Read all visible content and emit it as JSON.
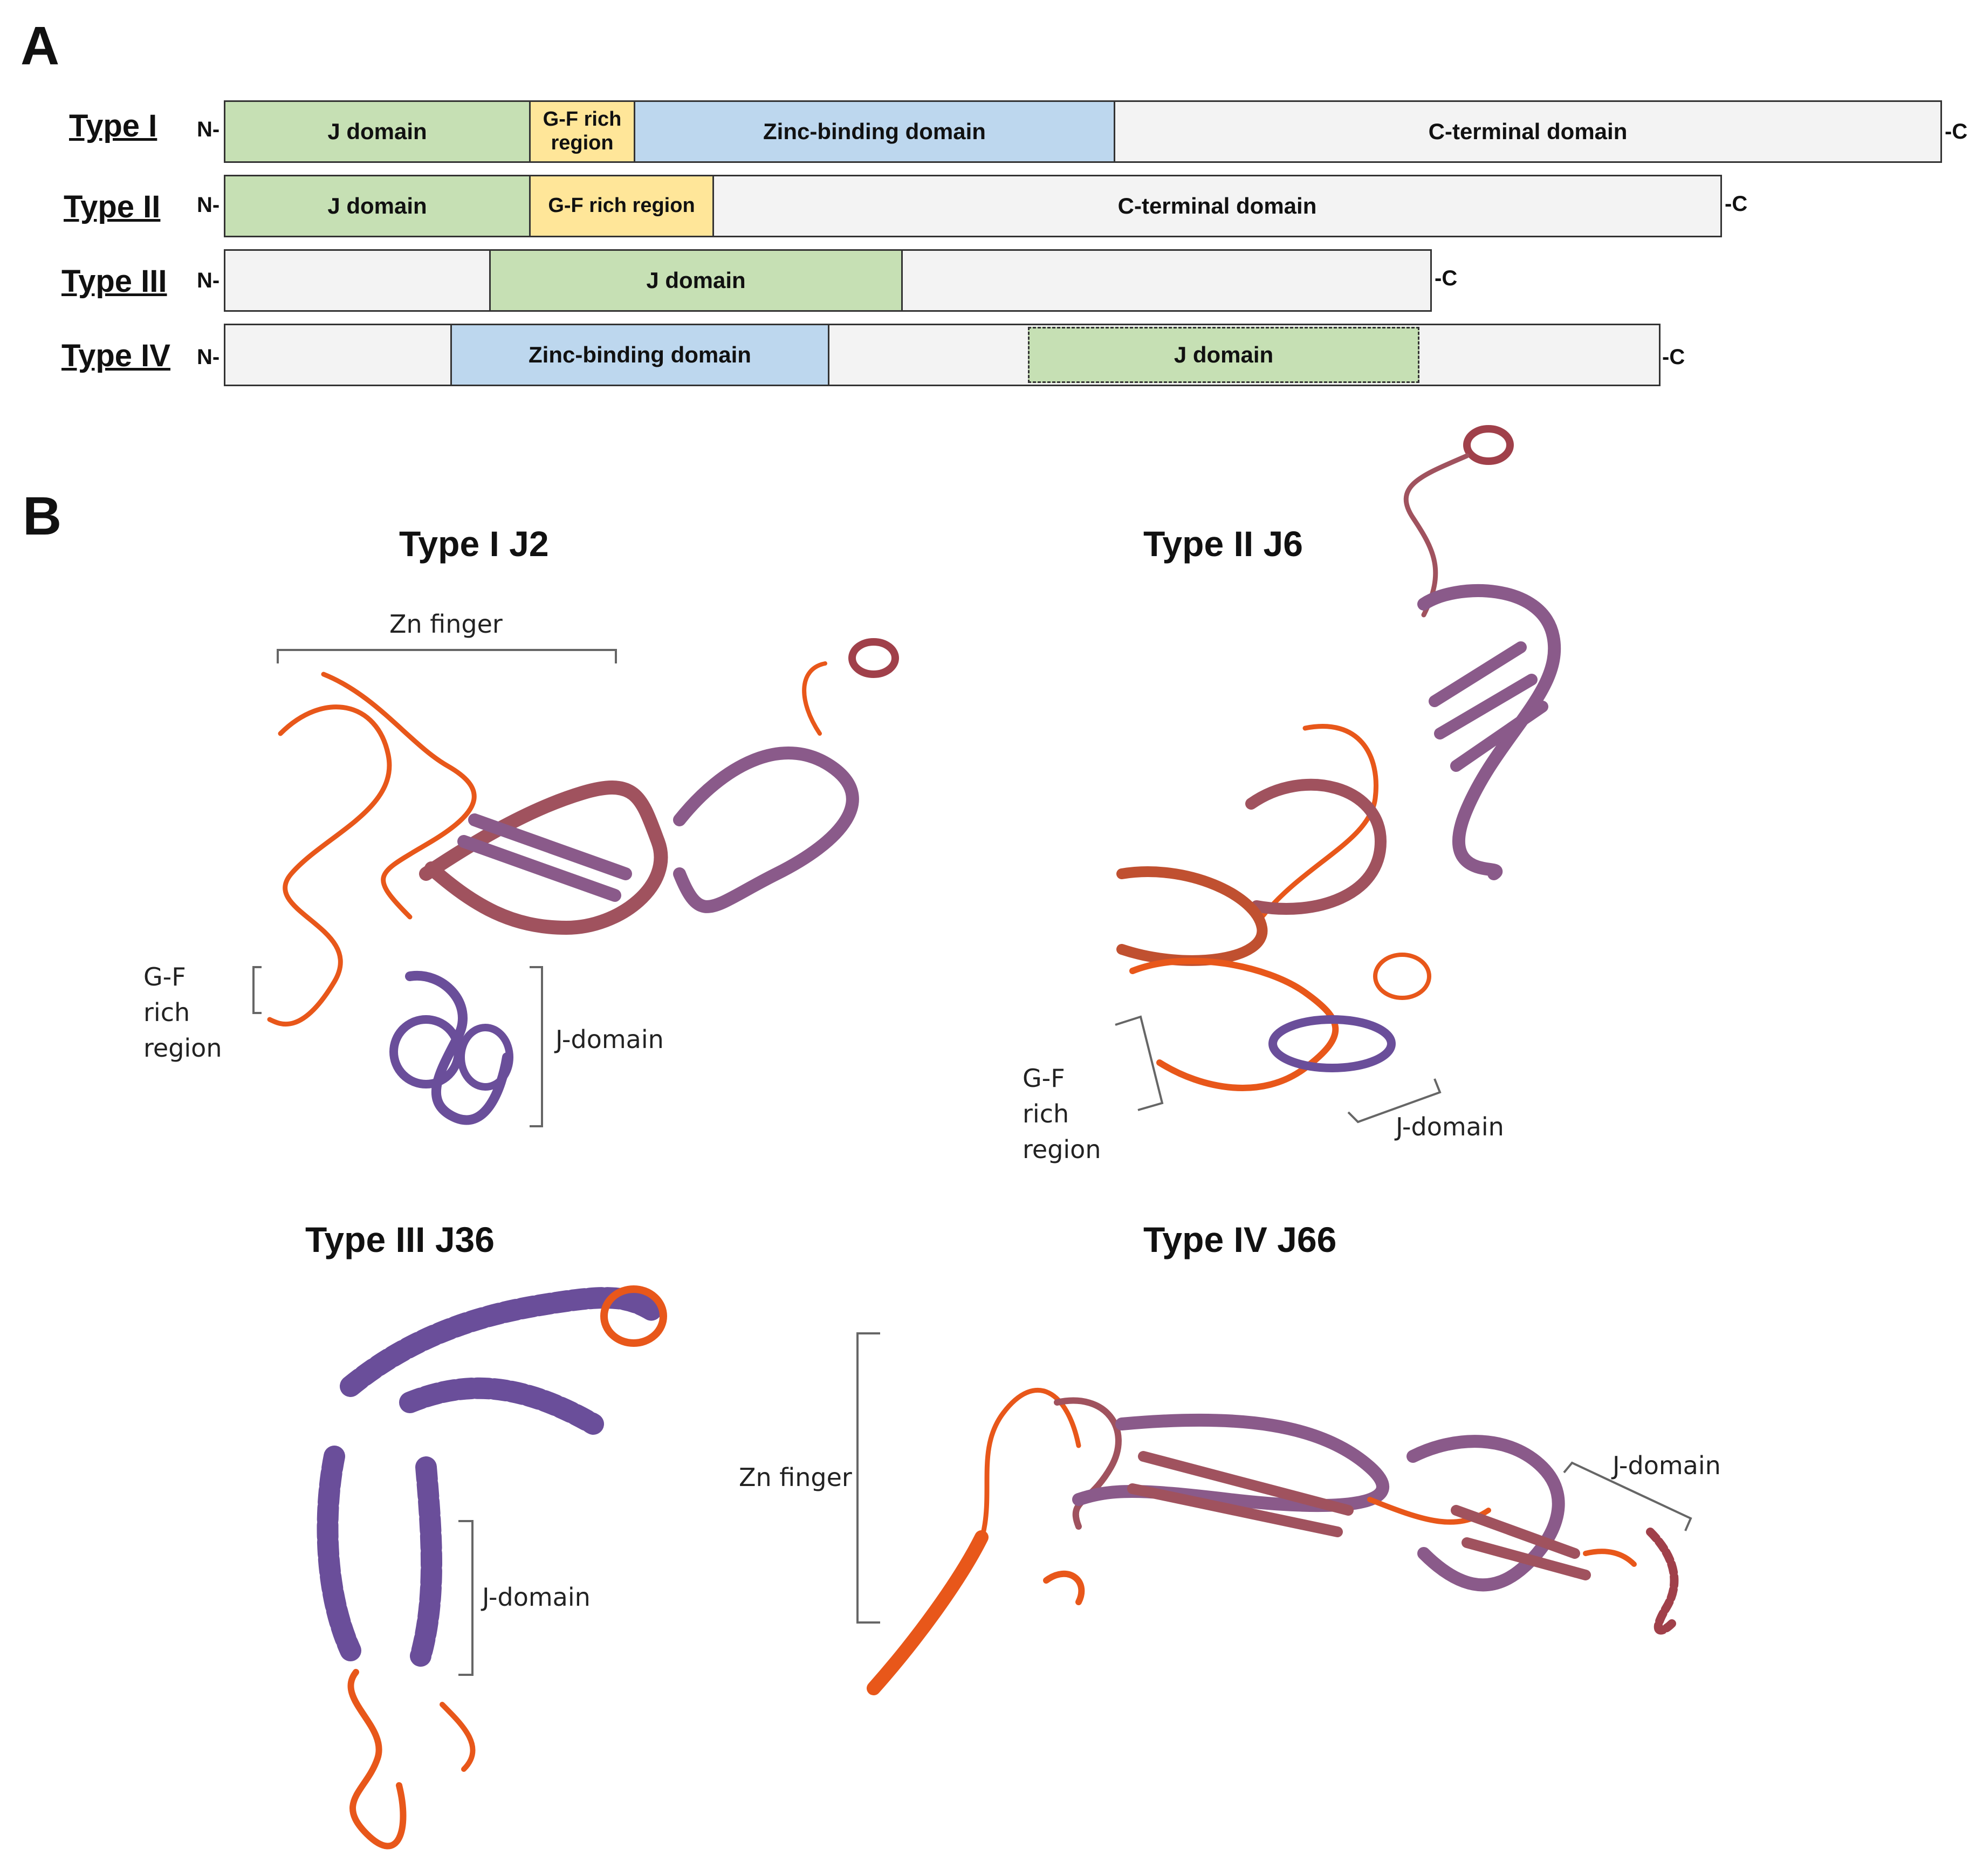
{
  "panel_a": {
    "letter": "A",
    "rows": [
      {
        "type": "Type I",
        "n": "N-",
        "c": "-C",
        "segments": [
          {
            "kind": "j",
            "label": "J domain"
          },
          {
            "kind": "gf",
            "label": "G-F rich region"
          },
          {
            "kind": "zn",
            "label": "Zinc-binding domain"
          },
          {
            "kind": "ct",
            "label": "C-terminal domain"
          }
        ]
      },
      {
        "type": "Type II",
        "n": "N-",
        "c": "-C",
        "segments": [
          {
            "kind": "j",
            "label": "J domain"
          },
          {
            "kind": "gf",
            "label": "G-F rich region"
          },
          {
            "kind": "ct",
            "label": "C-terminal domain"
          }
        ]
      },
      {
        "type": "Type III",
        "n": "N-",
        "c": "-C",
        "segments": [
          {
            "kind": "plain",
            "label": ""
          },
          {
            "kind": "j",
            "label": "J domain"
          },
          {
            "kind": "ct",
            "label": ""
          }
        ]
      },
      {
        "type": "Type IV",
        "n": "N-",
        "c": "-C",
        "segments": [
          {
            "kind": "plain",
            "label": ""
          },
          {
            "kind": "zn",
            "label": "Zinc-binding domain"
          },
          {
            "kind": "plain",
            "label": ""
          },
          {
            "kind": "j",
            "label": "J domain"
          },
          {
            "kind": "ct",
            "label": ""
          }
        ]
      }
    ],
    "colors": {
      "j_domain": "#c6e0b4",
      "gf_rich": "#ffe699",
      "zinc_binding": "#bdd7ee",
      "other": "#f3f3f3"
    }
  },
  "panel_b": {
    "letter": "B",
    "structures": [
      {
        "title": "Type I J2",
        "annotations": [
          "Zn finger",
          "G-F rich region",
          "J-domain"
        ]
      },
      {
        "title": "Type II J6",
        "annotations": [
          "G-F rich region",
          "J-domain"
        ]
      },
      {
        "title": "Type III J36",
        "annotations": [
          "J-domain"
        ]
      },
      {
        "title": "Type IV J66",
        "annotations": [
          "Zn finger",
          "J-domain"
        ]
      }
    ],
    "ribbon_colors": {
      "coil": "#e8571a",
      "sheet": "#8a5a8a",
      "helix": "#6a4e9a"
    }
  }
}
